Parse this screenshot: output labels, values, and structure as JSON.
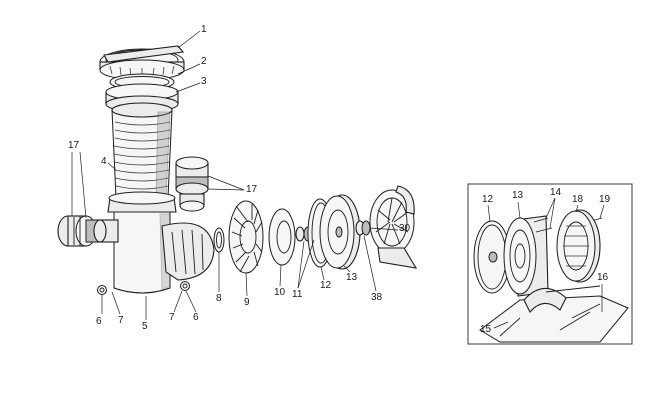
{
  "figure": {
    "main_callouts": [
      "1",
      "2",
      "3",
      "4",
      "17",
      "17",
      "5",
      "6",
      "7",
      "7",
      "6",
      "8",
      "9",
      "10",
      "11",
      "12",
      "13",
      "38",
      "30"
    ],
    "inset_callouts": [
      "12",
      "13",
      "14",
      "18",
      "19",
      "16",
      "15"
    ]
  }
}
